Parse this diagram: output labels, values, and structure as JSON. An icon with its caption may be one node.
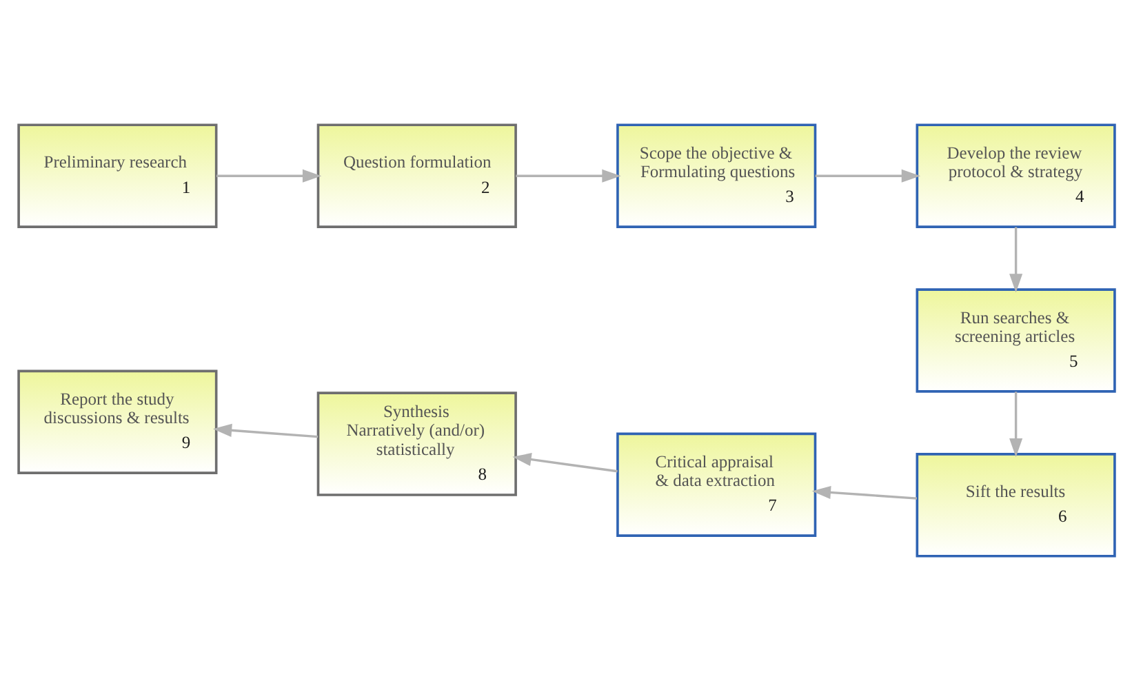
{
  "diagram": {
    "nodes": [
      {
        "text": [
          "Preliminary research",
          "1"
        ]
      },
      {
        "text": [
          "Question formulation",
          "2"
        ]
      },
      {
        "text": [
          "Scope the objective & Formulating questions",
          "3"
        ]
      },
      {
        "text": [
          "Develop the review protocol & strategy",
          "4"
        ]
      },
      {
        "text": [
          "Run searches & screening articles",
          "5"
        ]
      },
      {
        "text": [
          "Sift the results",
          "6"
        ]
      },
      {
        "text": [
          "Critical appraisal & data extraction",
          "7"
        ]
      },
      {
        "text": [
          "Synthesis Narratively (and/or) statistically",
          "8"
        ]
      },
      {
        "text": [
          "Report the study discussions & results",
          "9"
        ]
      }
    ],
    "edges": [
      {
        "from": 0,
        "to": 1,
        "arrow": "to"
      },
      {
        "from": 1,
        "to": 2,
        "arrow": "to"
      },
      {
        "from": 2,
        "to": 3,
        "arrow": "to"
      },
      {
        "from": 3,
        "to": 4,
        "arrow": "to"
      },
      {
        "from": 4,
        "to": 5,
        "arrow": "to"
      },
      {
        "from": 5,
        "to": 6,
        "arrow": "to"
      },
      {
        "from": 6,
        "to": 7,
        "arrow": "to"
      },
      {
        "from": 7,
        "to": 8,
        "arrow": "to"
      }
    ]
  }
}
